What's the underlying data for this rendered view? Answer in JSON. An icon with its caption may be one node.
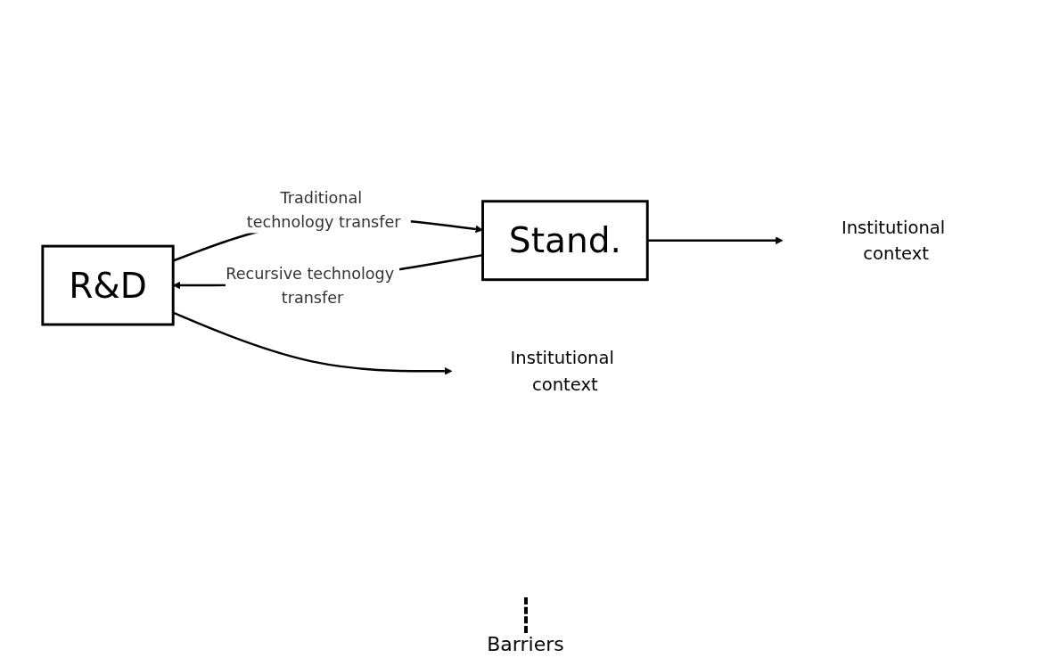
{
  "diagram": {
    "nodes": [
      {
        "text": [
          "R&D"
        ]
      },
      {
        "text": [
          "Stand."
        ]
      },
      {
        "text": [
          "Institutional context"
        ]
      },
      {
        "text": [
          "Institutional context"
        ]
      }
    ],
    "edges": [
      {
        "from": 0,
        "to": 1,
        "arrow": "to",
        "label": "Traditional technology transfer"
      },
      {
        "from": 1,
        "to": 0,
        "arrow": "to",
        "label": "Recursive technology transfer"
      },
      {
        "from": 0,
        "to": 2,
        "arrow": "to"
      },
      {
        "from": 1,
        "to": 3,
        "arrow": "to"
      }
    ],
    "labels": [
      "Barriers"
    ]
  }
}
